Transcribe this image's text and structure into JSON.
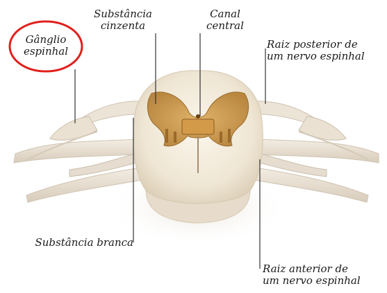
{
  "labels": {
    "ganglio_espinhal": [
      "Gânglio",
      "espinhal"
    ],
    "substancia_cinzenta": [
      "Substância",
      "cinzenta"
    ],
    "canal_central": [
      "Canal",
      "central"
    ],
    "raiz_posterior": [
      "Raiz posterior de",
      "um nervo espinhal"
    ],
    "substancia_branca": [
      "Substância branca"
    ],
    "raiz_anterior": [
      "Raiz anterior de",
      "um nervo espinhal"
    ]
  },
  "colors": {
    "highlight_circle": "#e0201c",
    "white_matter": "#efe6d4",
    "grey_matter": "#c99a55",
    "grey_matter_dark": "#8a5a20",
    "nerve": "#e6ddd1",
    "leader_line": "#333333"
  }
}
